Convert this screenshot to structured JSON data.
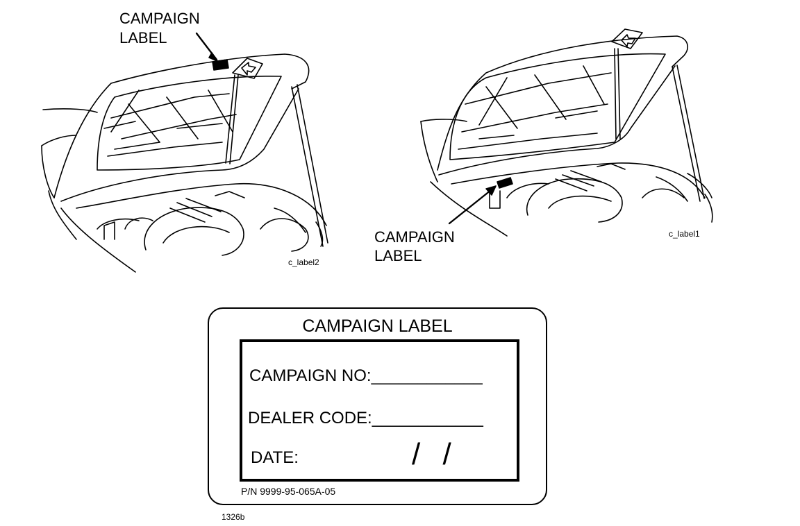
{
  "left_figure": {
    "callout_line1": "CAMPAIGN",
    "callout_line2": "LABEL",
    "figure_id": "c_label2"
  },
  "right_figure": {
    "callout_line1": "CAMPAIGN",
    "callout_line2": "LABEL",
    "figure_id": "c_label1"
  },
  "label_card": {
    "title": "CAMPAIGN LABEL",
    "fields": {
      "campaign_no": "CAMPAIGN NO:____________",
      "dealer_code": "DEALER CODE:____________",
      "date_label": "DATE:",
      "date_slashes": "/ /"
    },
    "part_number": "P/N 9999-95-065A-05"
  },
  "figure_code": "1326b"
}
